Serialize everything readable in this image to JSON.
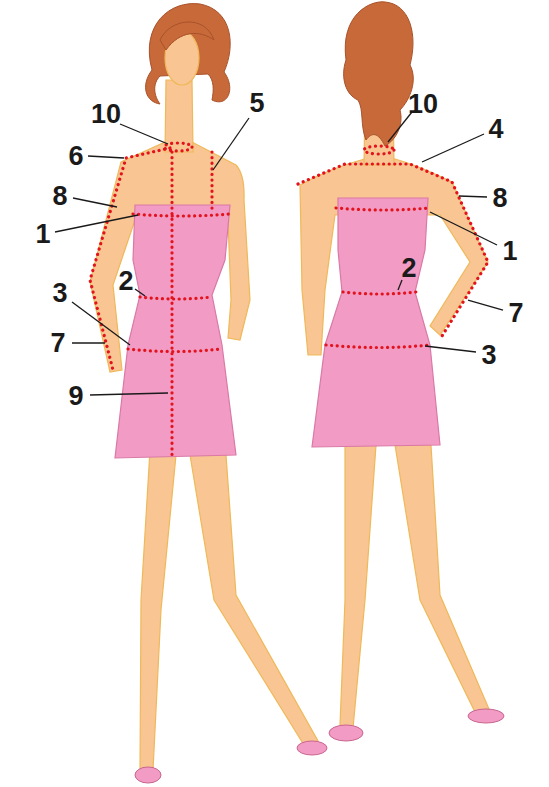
{
  "diagram": {
    "labels": [
      "10",
      "5",
      "6",
      "8",
      "1",
      "2",
      "3",
      "7",
      "9",
      "10",
      "4",
      "8",
      "1",
      "2",
      "7",
      "3"
    ]
  }
}
